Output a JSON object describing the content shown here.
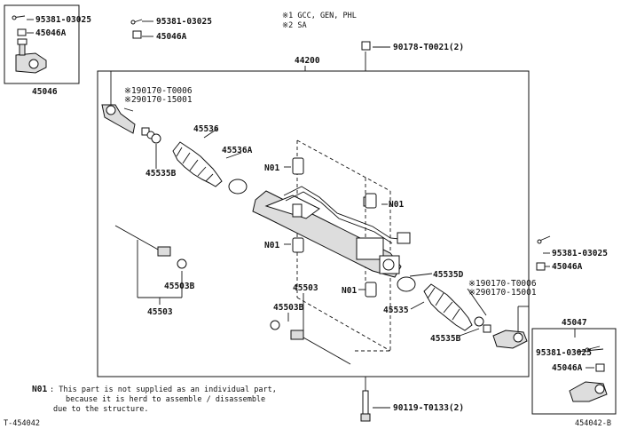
{
  "legend": {
    "note1": "※1 GCC, GEN, PHL",
    "note2": "※2 SA"
  },
  "labels": {
    "p44200": "44200",
    "p90178": "90178-T0021(2)",
    "tl_95381": "95381-03025",
    "tl_45046A": "45046A",
    "tl_45046": "45046",
    "t_95381": "95381-03025",
    "t_45046A": "45046A",
    "l_190170": "※190170-T0006",
    "l_290170": "※290170-15001",
    "p45536": "45536",
    "p45536A": "45536A",
    "p45535B_l": "45535B",
    "p45503B_l": "45503B",
    "p45503_l": "45503",
    "n01_a": "N01",
    "n01_b": "N01",
    "n01_c": "N01",
    "n01_d": "N01",
    "p45503": "45503",
    "p45503B": "45503B",
    "p45535D": "45535D",
    "r_190170": "※190170-T0006",
    "r_290170": "※290170-15001",
    "p45535": "45535",
    "p45535B_r": "45535B",
    "r_95381": "95381-03025",
    "r_45046A": "45046A",
    "p45047": "45047",
    "br_95381": "95381-03025",
    "br_45046A": "45046A",
    "p90119": "90119-T0133(2)"
  },
  "footnote": {
    "code": "N01",
    "line1": ": This part is not supplied as an individual part,",
    "line2": "because it is herd to assemble / disassemble",
    "line3": "due to the structure."
  },
  "corner": {
    "left": "T-454042",
    "right": "454042-B"
  }
}
